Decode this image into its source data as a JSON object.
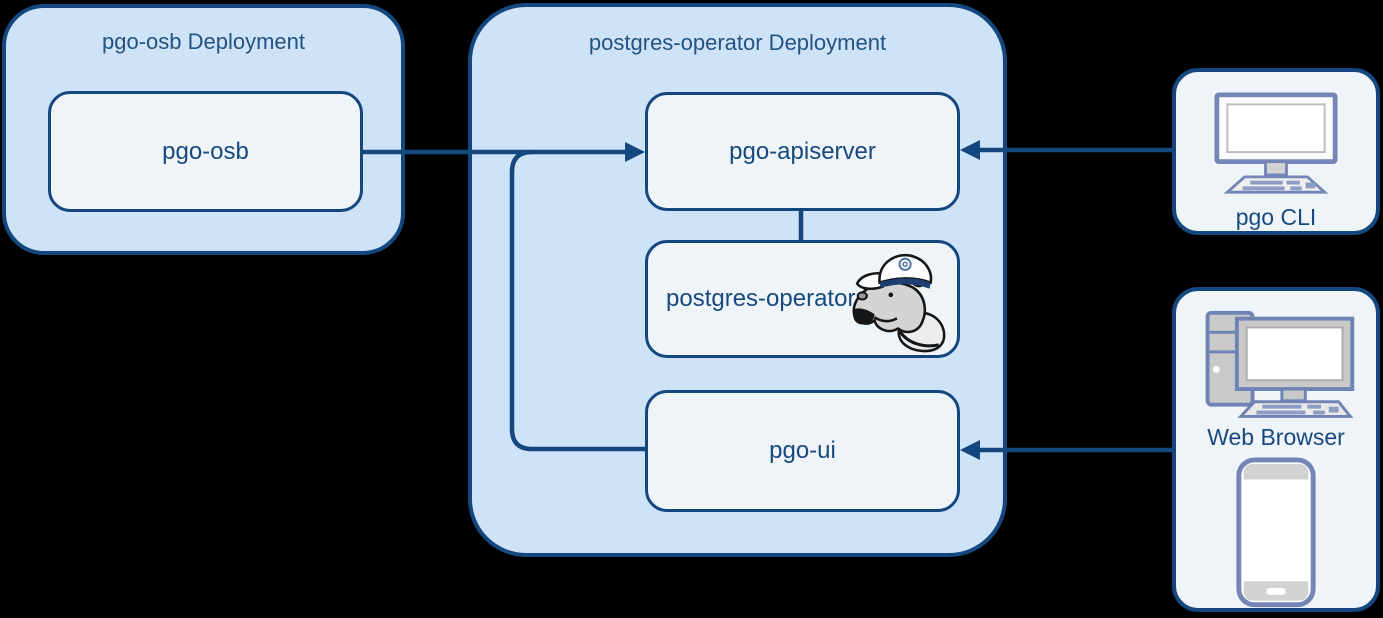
{
  "canvas": {
    "background": "#000000"
  },
  "colors": {
    "group_fill": "#cfe3f8",
    "node_fill": "#eff4f8",
    "border": "#14477e",
    "text": "#17497f",
    "icon_stroke": "#7486b8"
  },
  "groups": {
    "pgo_osb": {
      "title": "pgo-osb Deployment",
      "node_label": "pgo-osb"
    },
    "operator": {
      "title": "postgres-operator Deployment",
      "apiserver_label": "pgo-apiserver",
      "operator_label": "postgres-operator",
      "operator_icon": "hippo-mascot-icon",
      "ui_label": "pgo-ui"
    }
  },
  "clients": {
    "cli": {
      "label": "pgo CLI",
      "icon": "desktop-monitor-icon"
    },
    "browser": {
      "label": "Web Browser",
      "icons": [
        "desktop-computer-icon",
        "smartphone-icon"
      ]
    }
  },
  "connections": [
    {
      "from": "pgo-osb",
      "to": "pgo-apiserver",
      "style": "arrow"
    },
    {
      "from": "pgo-osb",
      "to": "pgo-ui",
      "style": "branch-line"
    },
    {
      "from": "pgo-apiserver",
      "to": "postgres-operator",
      "style": "line"
    },
    {
      "from": "pgo CLI",
      "to": "pgo-apiserver",
      "style": "arrow"
    },
    {
      "from": "Web Browser",
      "to": "pgo-ui",
      "style": "arrow"
    }
  ]
}
